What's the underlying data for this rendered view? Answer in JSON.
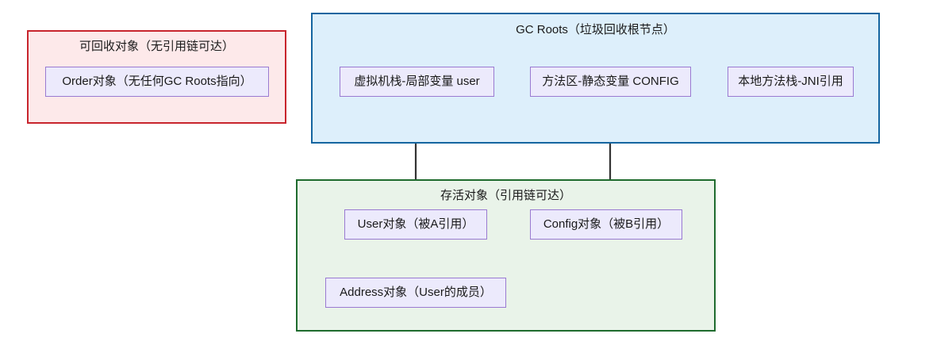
{
  "diagram": {
    "title": "",
    "colors": {
      "reclaimable_border": "#c8252d",
      "reclaimable_fill": "#fde9ea",
      "gcroots_border": "#1565a0",
      "gcroots_fill": "#ddeffb",
      "alive_border": "#1f6b2e",
      "alive_fill": "#e9f3e9",
      "node_border": "#9a7ad1",
      "node_fill": "#eceafc",
      "edge": "#333333"
    },
    "groups": {
      "reclaimable": {
        "title": "可回收对象（无引用链可达）",
        "nodes": [
          {
            "label": "Order对象（无任何GC Roots指向）"
          }
        ]
      },
      "gcroots": {
        "title": "GC Roots（垃圾回收根节点）",
        "nodes": [
          {
            "label": "虚拟机栈-局部变量 user"
          },
          {
            "label": "方法区-静态变量 CONFIG"
          },
          {
            "label": "本地方法栈-JNI引用"
          }
        ]
      },
      "alive": {
        "title": "存活对象（引用链可达）",
        "nodes": [
          {
            "label": "User对象（被A引用）"
          },
          {
            "label": "Config对象（被B引用）"
          },
          {
            "label": "Address对象（User的成员）"
          }
        ]
      }
    },
    "edges": [
      {
        "from": "虚拟机栈-局部变量 user",
        "to": "User对象（被A引用）"
      },
      {
        "from": "方法区-静态变量 CONFIG",
        "to": "Config对象（被B引用）"
      },
      {
        "from": "User对象（被A引用）",
        "to": "Address对象（User的成员）"
      }
    ]
  }
}
